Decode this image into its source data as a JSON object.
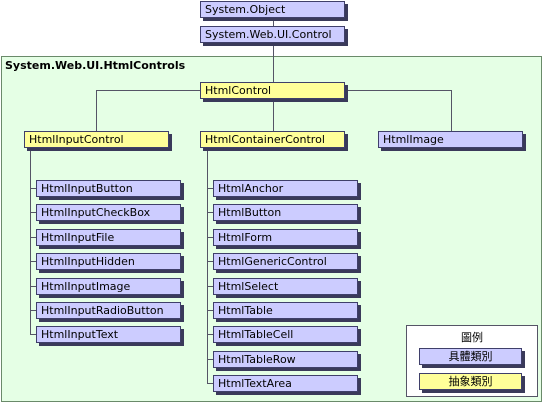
{
  "root": {
    "object": "System.Object",
    "control": "System.Web.UI.Control"
  },
  "namespace": {
    "title": "System.Web.UI.HtmlControls"
  },
  "html_control": "HtmlControl",
  "branches": {
    "input": {
      "name": "HtmlInputControl",
      "children": [
        "HtmlInputButton",
        "HtmlInputCheckBox",
        "HtmlInputFile",
        "HtmlInputHidden",
        "HtmlInputImage",
        "HtmlInputRadioButton",
        "HtmlInputText"
      ]
    },
    "container": {
      "name": "HtmlContainerControl",
      "children": [
        "HtmlAnchor",
        "HtmlButton",
        "HtmlForm",
        "HtmlGenericControl",
        "HtmlSelect",
        "HtmlTable",
        "HtmlTableCell",
        "HtmlTableRow",
        "HtmlTextArea"
      ]
    },
    "image": {
      "name": "HtmlImage"
    }
  },
  "legend": {
    "title": "圖例",
    "concrete": "具體類別",
    "abstract": "抽象類別"
  },
  "colors": {
    "concrete": "#ccccff",
    "abstract": "#ffff99",
    "region": "#e5ffe5"
  }
}
